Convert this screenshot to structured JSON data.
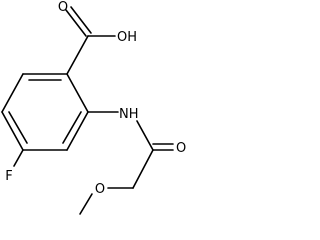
{
  "molecule": {
    "atoms": {
      "carboxyl_o_double": "O",
      "carboxyl_oh": "OH",
      "amide_nh": "NH",
      "amide_o": "O",
      "ether_o": "O",
      "fluorine": "F"
    }
  },
  "colors": {
    "bond": "#000000",
    "background": "#ffffff"
  }
}
